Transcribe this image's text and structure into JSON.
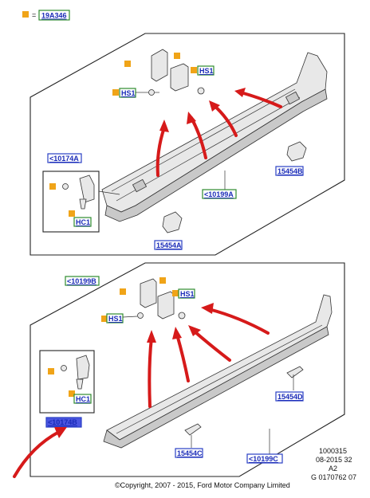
{
  "legend": {
    "equals": "=",
    "code": "19A346"
  },
  "colors": {
    "marker": "#f0a418",
    "blue_tag_border": "#2a3fc4",
    "blue_tag_text": "#1a2bb8",
    "green_tag_border": "#2e8b2e",
    "green_tag_text": "#1a2bb8",
    "highlight_fill": "#4a55e0",
    "arrow_red": "#d61a1a"
  },
  "upper": {
    "tag_hs1_a": "HS1",
    "tag_hs1_b": "HS1",
    "tag_10174a": "<10174A",
    "tag_hc1": "HC1",
    "tag_10199a": "<10199A",
    "tag_15454b": "15454B",
    "tag_15454a": "15454A"
  },
  "lower": {
    "tag_10199b": "<10199B",
    "tag_hs1_a": "HS1",
    "tag_hs1_b": "HS1",
    "tag_hc1": "HC1",
    "tag_10174b": "<10174B",
    "tag_15454d": "15454D",
    "tag_15454c": "15454C",
    "tag_10199c": "<10199C"
  },
  "footer": {
    "line1": "1000315",
    "line2": "08-2015 32",
    "line3": "A2",
    "line4": "G 0170762 07",
    "copyright": "©Copyright, 2007 - 2015, Ford Motor Company Limited"
  }
}
